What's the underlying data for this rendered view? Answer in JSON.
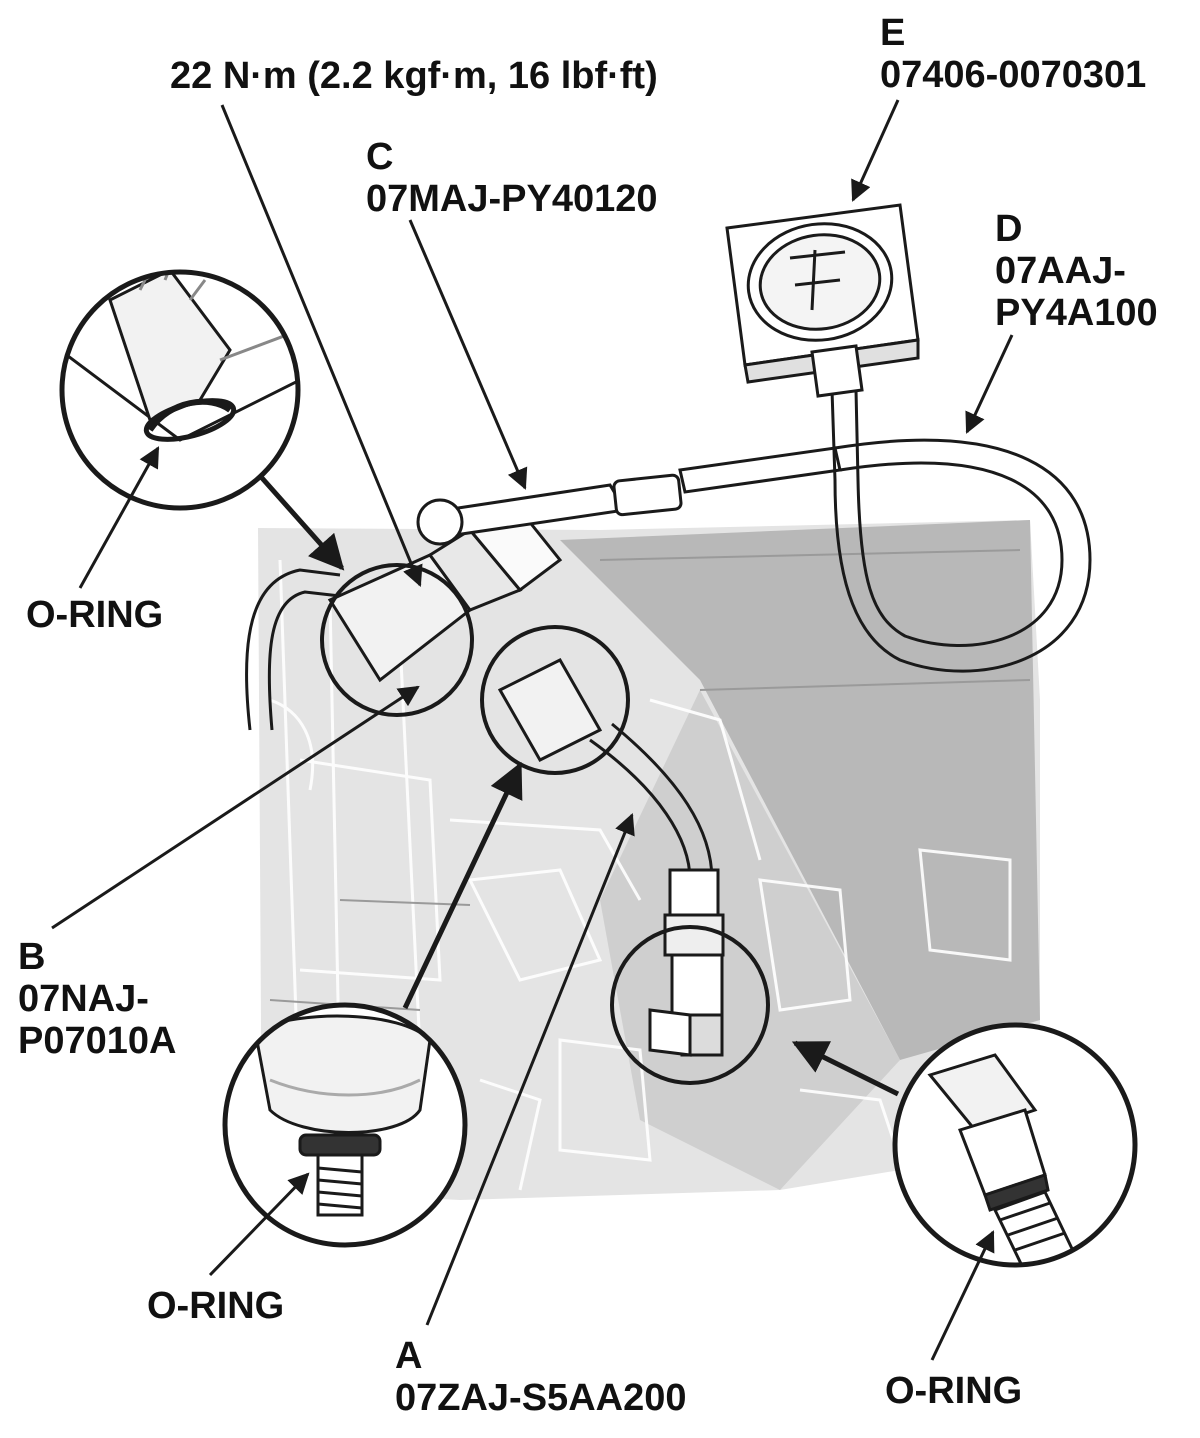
{
  "torque_spec": "22 N·m (2.2 kgf·m, 16 lbf·ft)",
  "tools": {
    "a": {
      "letter": "A",
      "part_number": "07ZAJ-S5AA200"
    },
    "b": {
      "letter": "B",
      "part_number_line1": "07NAJ-",
      "part_number_line2": "P07010A"
    },
    "c": {
      "letter": "C",
      "part_number": "07MAJ-PY40120"
    },
    "d": {
      "letter": "D",
      "part_number_line1": "07AAJ-",
      "part_number_line2": "PY4A100"
    },
    "e": {
      "letter": "E",
      "part_number": "07406-0070301"
    }
  },
  "callouts": {
    "o_ring_top_left": "O-RING",
    "o_ring_bottom_left": "O-RING",
    "o_ring_bottom_right": "O-RING"
  },
  "colors": {
    "engine_shading": "#dcdcdc",
    "engine_shadow": "#b9b9b9",
    "line_art": "#1a1a1a",
    "text": "#111111"
  }
}
